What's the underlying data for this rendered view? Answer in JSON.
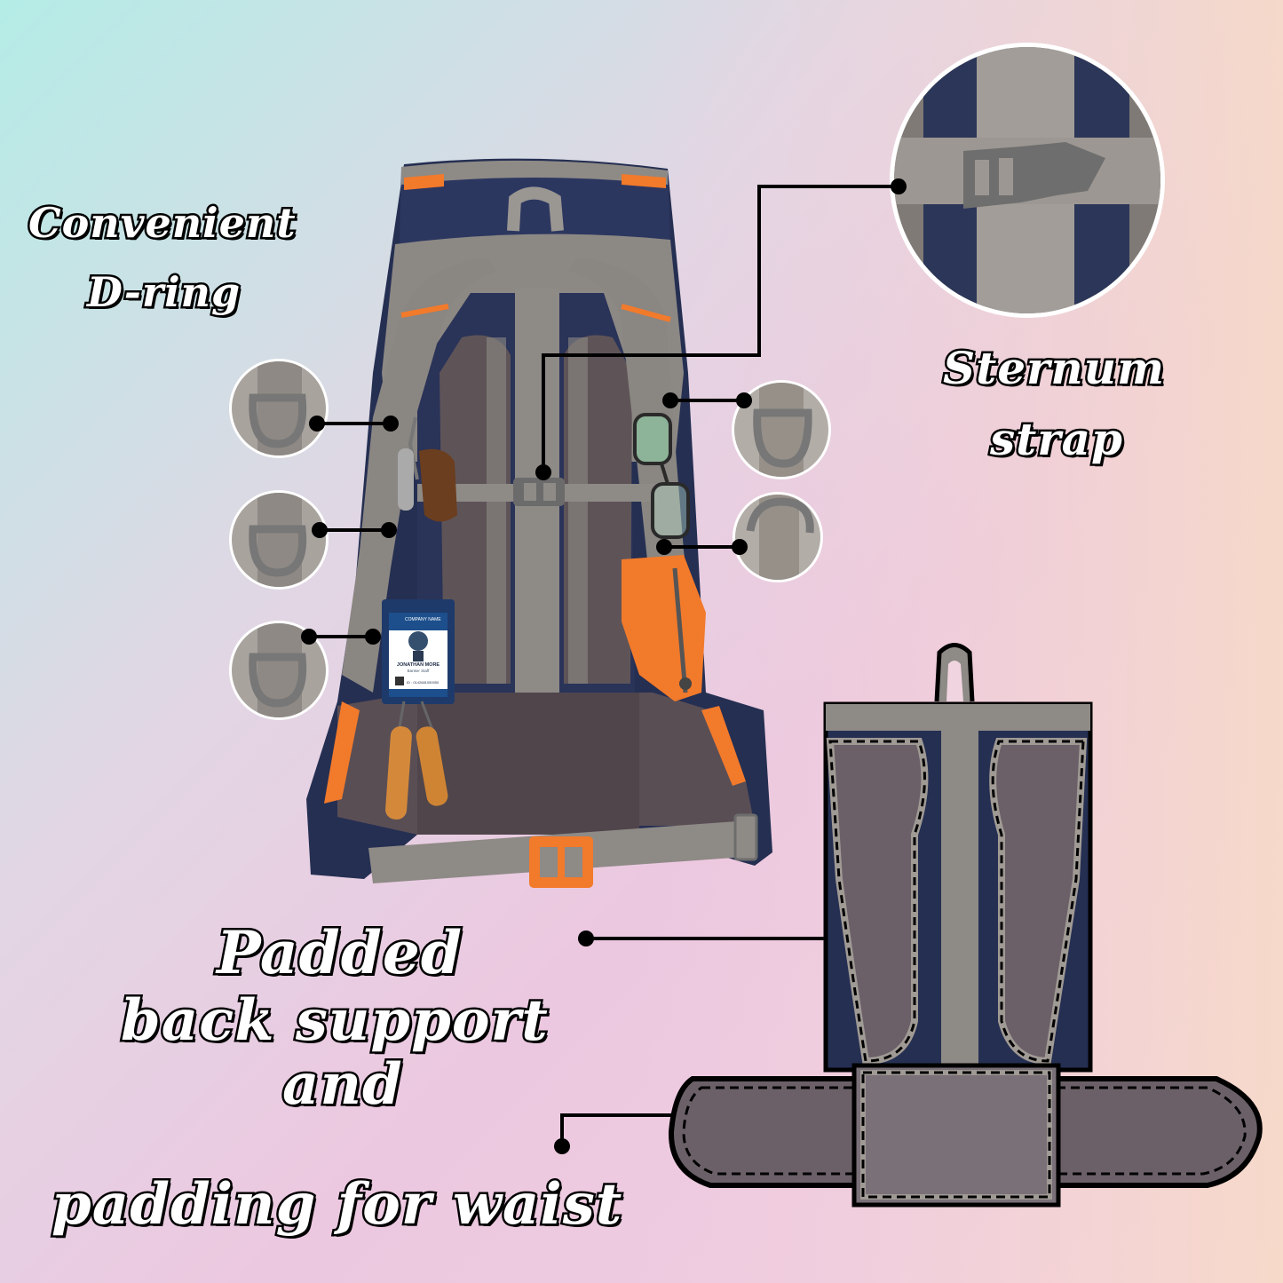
{
  "captions": {
    "d_ring": [
      "Convenient",
      "D-ring"
    ],
    "sternum": [
      "Sternum",
      "strap"
    ],
    "padded": [
      "Padded",
      "back support",
      "and",
      "padding for waist"
    ]
  },
  "colors": {
    "navy": "#252f52",
    "gray": "#8e8a86",
    "orange": "#f27a2b",
    "brown": "#5a4e55",
    "buckle": "#6d6d6d"
  },
  "badge": {
    "company": "COMPANY NAME",
    "name": "JONATHAN MORE",
    "title": "Banker Staff",
    "id": "ID : 0142681050050"
  }
}
